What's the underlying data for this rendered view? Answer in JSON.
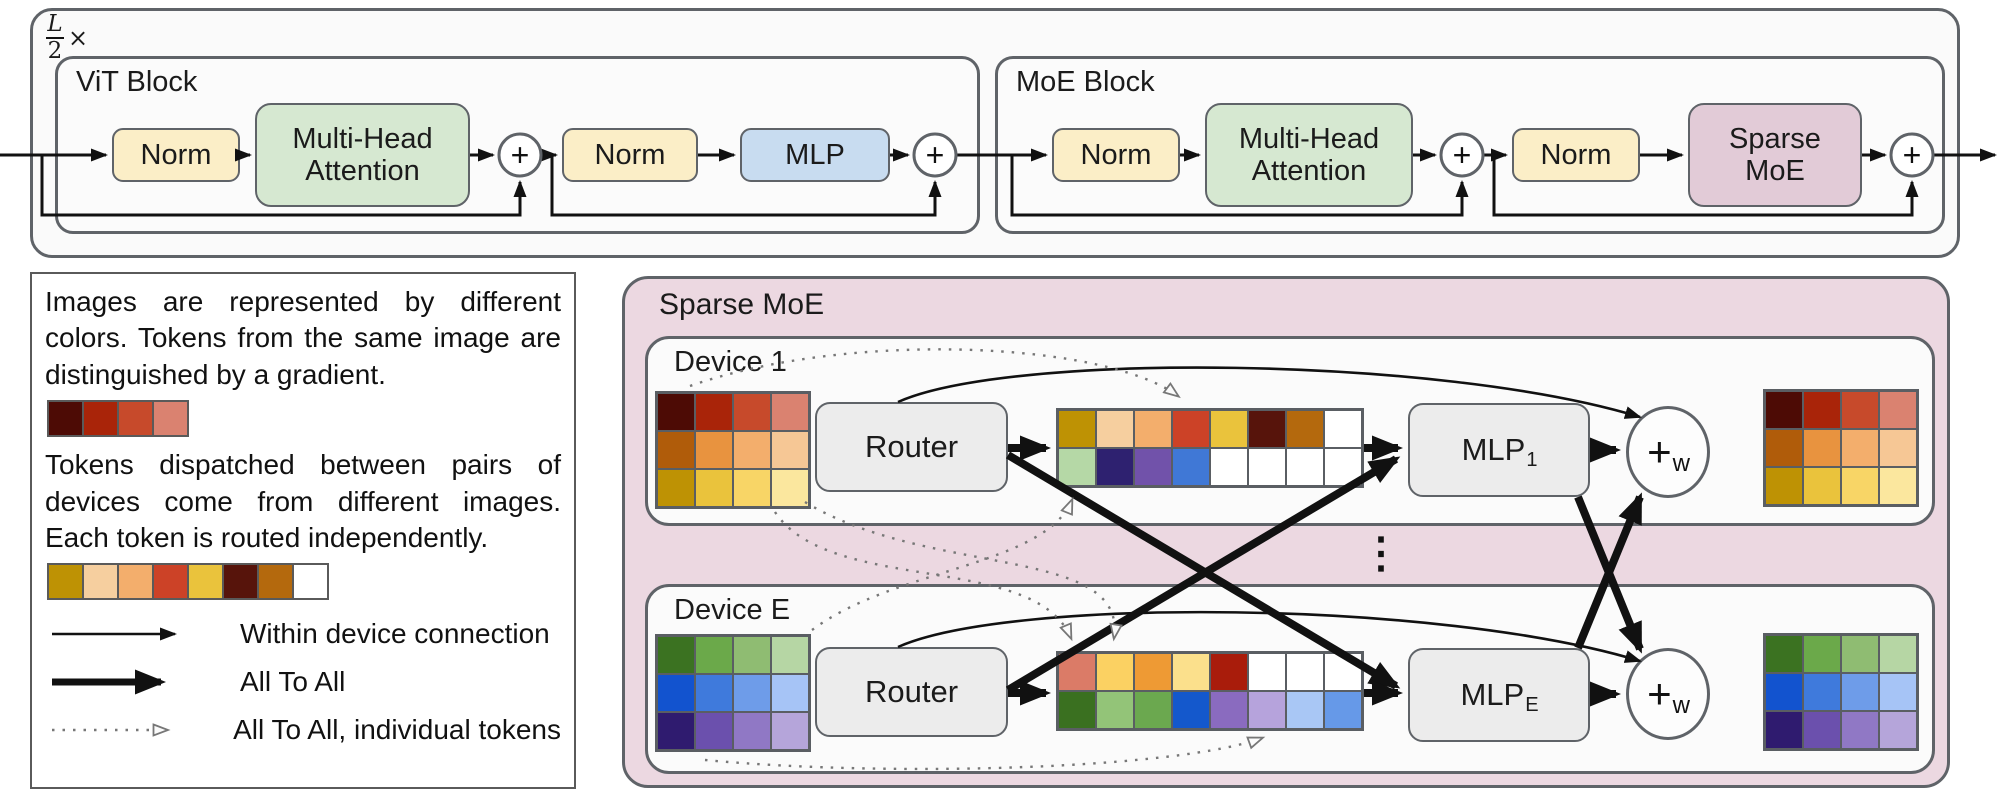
{
  "top": {
    "repeat": {
      "numerator": "L",
      "denominator": "2",
      "times": "×"
    },
    "plus": "+",
    "vit_block": {
      "title": "ViT Block",
      "norm1": "Norm",
      "mha": "Multi-Head Attention",
      "norm2": "Norm",
      "mlp": "MLP"
    },
    "moe_block": {
      "title": "MoE Block",
      "norm1": "Norm",
      "mha": "Multi-Head Attention",
      "norm2": "Norm",
      "sparse_moe": "Sparse MoE"
    }
  },
  "legend": {
    "paragraph1": "Images are represented by different colors. Tokens from the same image are distinguished by a gradient.",
    "swatches1": [
      "#4D0B05",
      "#A92409",
      "#C74A2B",
      "#DA8270"
    ],
    "paragraph2": "Tokens dispatched between pairs of devices come from different images. Each token is routed independently.",
    "swatches2": [
      "#BE9204",
      "#F6CF9F",
      "#F3AE6C",
      "#CC4227",
      "#EAC33C",
      "#57140B",
      "#B4690D",
      "#FFFFFF"
    ],
    "arrows": [
      {
        "style": "thin",
        "label": "Within device connection"
      },
      {
        "style": "thick",
        "label": "All To All"
      },
      {
        "style": "dotted",
        "label": "All To All, individual tokens"
      }
    ]
  },
  "sparse_moe": {
    "title": "Sparse MoE",
    "ellipsis": "⋮",
    "devices": [
      {
        "name": "Device 1",
        "router_label": "Router",
        "mlp_label": "MLP",
        "mlp_sub": "1",
        "sum_label": "+",
        "sum_sub": "w",
        "input_grid": [
          [
            "#4D0B05",
            "#A92409",
            "#C74A2B",
            "#DA8270"
          ],
          [
            "#B05C0A",
            "#E8933F",
            "#F3AE6C",
            "#F6C795"
          ],
          [
            "#BE9204",
            "#EAC33C",
            "#F8D566",
            "#FBE79E"
          ]
        ],
        "buffer_grid": [
          [
            "#BE9204",
            "#F6CF9F",
            "#F3AE6C",
            "#CC4227",
            "#EAC33C",
            "#57140B",
            "#B4690D",
            "#FFFFFF"
          ],
          [
            "#B5D8A6",
            "#2E2170",
            "#7152AA",
            "#4078D6",
            "#FFFFFF",
            "#FFFFFF",
            "#FFFFFF",
            "#FFFFFF"
          ]
        ],
        "output_grid": [
          [
            "#4D0B05",
            "#A92409",
            "#C74A2B",
            "#DA8270"
          ],
          [
            "#B05C0A",
            "#E8933F",
            "#F3AE6C",
            "#F6C795"
          ],
          [
            "#BE9204",
            "#EAC33C",
            "#F8D566",
            "#FBE79E"
          ]
        ]
      },
      {
        "name": "Device E",
        "router_label": "Router",
        "mlp_label": "MLP",
        "mlp_sub": "E",
        "sum_label": "+",
        "sum_sub": "w",
        "input_grid": [
          [
            "#3B7221",
            "#6BA94A",
            "#8FBC72",
            "#B6D6A4"
          ],
          [
            "#1253CF",
            "#3F7ADC",
            "#6E9CE9",
            "#A6C4F6"
          ],
          [
            "#2F1B6F",
            "#6B50AD",
            "#9078C5",
            "#B5A5DA"
          ]
        ],
        "buffer_grid": [
          [
            "#DB7B67",
            "#FBD162",
            "#EE9A34",
            "#FBE08C",
            "#A91C0B",
            "#FFFFFF",
            "#FFFFFF",
            "#FFFFFF"
          ],
          [
            "#3A7020",
            "#93C478",
            "#6BA84F",
            "#1458CC",
            "#8A6BBF",
            "#B6A3DC",
            "#A9C7F5",
            "#6699E8"
          ]
        ],
        "output_grid": [
          [
            "#3B7221",
            "#6BA94A",
            "#8FBC72",
            "#B6D6A4"
          ],
          [
            "#1253CF",
            "#3F7ADC",
            "#6E9CE9",
            "#A6C4F6"
          ],
          [
            "#2F1B6F",
            "#6B50AD",
            "#9078C5",
            "#B5A5DA"
          ]
        ]
      }
    ]
  },
  "colors": {
    "norm_fill": "#FBEEC7",
    "attention_fill": "#D6E8D1",
    "mlp_fill": "#C8DCF0",
    "sparse_moe_fill": "#E2CBD7",
    "panel_pink": "#ECD8E1",
    "router_fill": "#ECECEC",
    "box_border": "#5f6368",
    "arrow_black": "#111111",
    "dotted_gray": "#777777"
  }
}
